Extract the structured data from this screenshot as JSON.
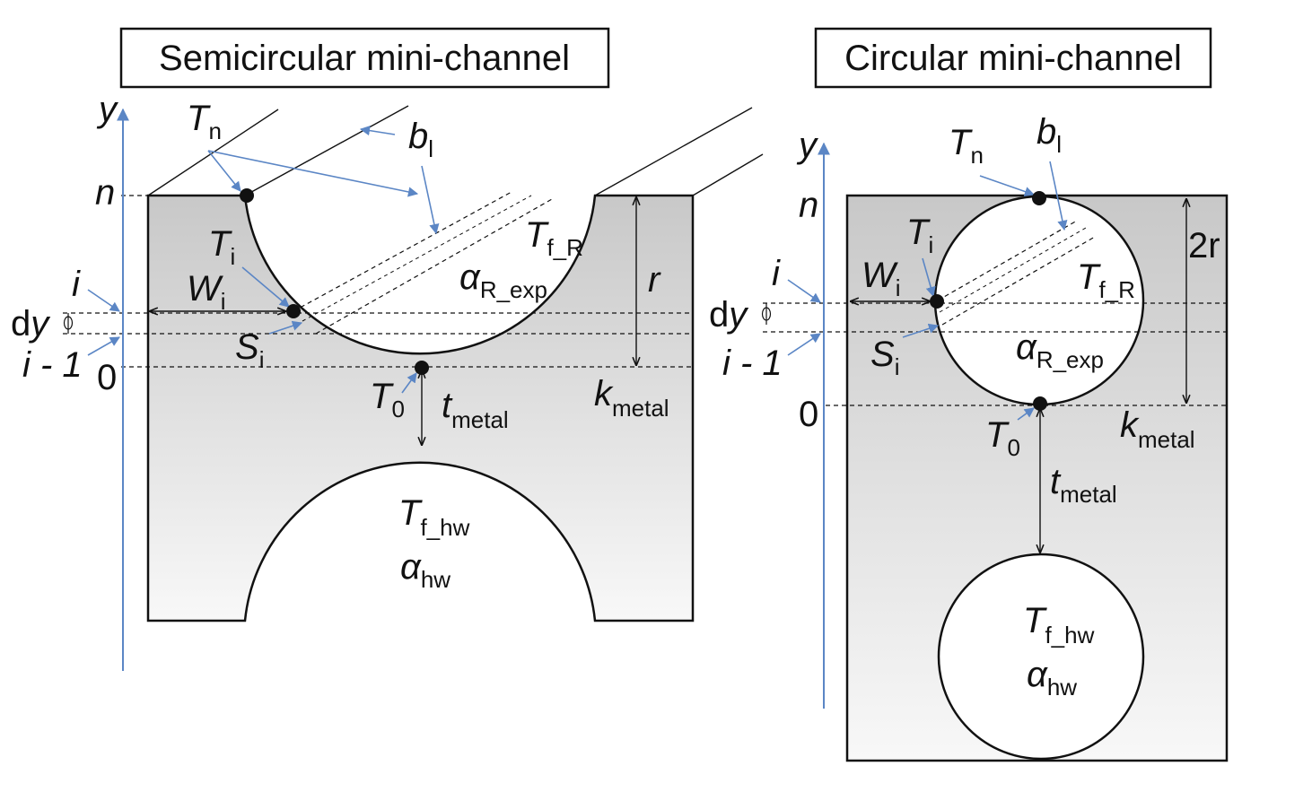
{
  "left_panel": {
    "title": "Semicircular mini-channel",
    "labels": {
      "y_axis": "y",
      "n": "n",
      "i": "i",
      "dy_d": "d",
      "dy_y": "y",
      "i_minus_1": "i - 1",
      "zero": "0",
      "r": "r",
      "Tn": "T",
      "Tn_sub": "n",
      "bl": "b",
      "bl_sub": "l",
      "Ti": "T",
      "Ti_sub": "i",
      "Wi": "W",
      "Wi_sub": "i",
      "Si": "S",
      "Si_sub": "i",
      "T0": "T",
      "T0_sub": "0",
      "TfR": "T",
      "TfR_sub": "f_R",
      "aR": "α",
      "aR_sub": "R_exp",
      "tmetal": "t",
      "tmetal_sub": "metal",
      "kmetal": "k",
      "kmetal_sub": "metal",
      "Tfhw": "T",
      "Tfhw_sub": "f_hw",
      "ahw": "α",
      "ahw_sub": "hw"
    }
  },
  "right_panel": {
    "title": "Circular mini-channel",
    "labels": {
      "y_axis": "y",
      "n": "n",
      "i": "i",
      "dy_d": "d",
      "dy_y": "y",
      "i_minus_1": "i - 1",
      "zero": "0",
      "two_r": "2r",
      "Tn": "T",
      "Tn_sub": "n",
      "bl": "b",
      "bl_sub": "l",
      "Ti": "T",
      "Ti_sub": "i",
      "Wi": "W",
      "Wi_sub": "i",
      "Si": "S",
      "Si_sub": "i",
      "T0": "T",
      "T0_sub": "0",
      "TfR": "T",
      "TfR_sub": "f_R",
      "aR": "α",
      "aR_sub": "R_exp",
      "tmetal": "t",
      "tmetal_sub": "metal",
      "kmetal": "k",
      "kmetal_sub": "metal",
      "Tfhw": "T",
      "Tfhw_sub": "f_hw",
      "ahw": "α",
      "ahw_sub": "hw"
    }
  },
  "colors": {
    "metal_top": "#c9c9c9",
    "metal_bottom": "#f7f7f7",
    "axis_blue": "#5b86c5",
    "ink": "#111111"
  }
}
